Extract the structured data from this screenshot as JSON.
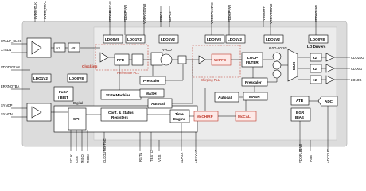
{
  "pins_top": [
    "LVDS_CLK",
    "LVDS_XTAL",
    "VDDSPLL1V8",
    "VDDCP1V8",
    "VDDVCO1V8",
    "REFC1",
    "REFC2",
    "VDDSPLL1V8",
    "VDDCP1V8",
    "VBGOUT",
    "VDDVCO1V8",
    "VDDLO1V8"
  ],
  "pins_left": [
    "XTALP_CLKC",
    "XTALN",
    "VDDDIG1V8",
    "ERRNOTBA",
    "SYNCP",
    "SYNCN"
  ],
  "pins_bottom": [
    "SCLK",
    "CSB",
    "MISO",
    "MOSI",
    "CLKOUT/DITSC",
    "RSTN",
    "TESTC",
    "VSS",
    "SDATA",
    "AFSYNC",
    "VDDFLB1V8",
    "ATB",
    "ADCOUT"
  ],
  "pins_right": [
    "CLO20G",
    "CLO0G",
    "LO10G"
  ],
  "blocks": {
    "ldo1v2": "LDO1V2",
    "ldo0v8": "LDO0V8",
    "dbl": "x2",
    "fbdiv": "÷R",
    "pfd": "PFD",
    "clocking": "Clocking",
    "ref_pll": "Reference PLL",
    "prescaler": "Prescaler",
    "mash": "MASH",
    "autocal": "Autocal",
    "rvco": "RVCO",
    "wrpfd": "WrPFD",
    "loop_filter_1": "LOOP",
    "loop_filter_2": "FILTER",
    "chirp_pll": "Chirping PLL",
    "vco_range": "6.0G-10.2G",
    "mux": "MUX",
    "lo_drivers": "LO Drivers",
    "x2a": "x2",
    "x2b": "x2",
    "div2": "÷2",
    "fusa_1": "FuSA",
    "fusa_2": "/ BIST",
    "digital": "Digital",
    "spi": "SPI",
    "state_machine": "State Machine",
    "cord_1": "Conf. & Status",
    "cord_2": "Registers",
    "time_1": "Time",
    "time_2": "Engine",
    "mcchirp": "McCHIRP",
    "mccal": "McCAL",
    "atb": "ATB",
    "adc": "ADC",
    "bgr_1": "BGR",
    "bgr_2": "BIAS"
  },
  "colors": {
    "accent": "#c0392b",
    "gray": "#dcdcdc"
  }
}
